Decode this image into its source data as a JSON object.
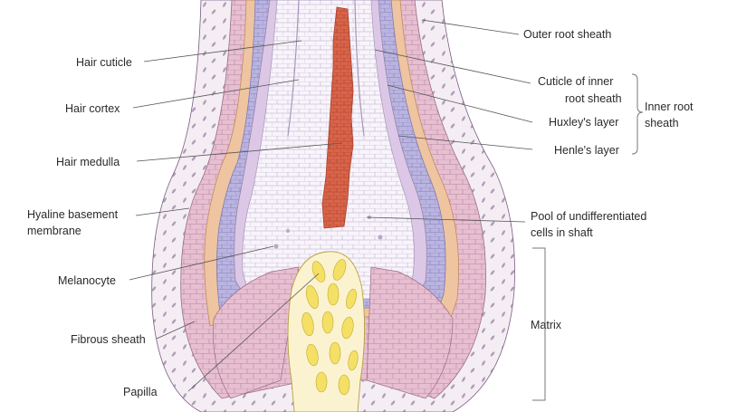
{
  "labels": {
    "outer_root_sheath": "Outer root sheath",
    "cuticle_inner_1": "Cuticle of inner",
    "cuticle_inner_2": "root sheath",
    "huxleys_layer": "Huxley's layer",
    "henles_layer": "Henle's layer",
    "inner_root_sheath_1": "Inner root",
    "inner_root_sheath_2": "sheath",
    "pool_1": "Pool of undifferentiated",
    "pool_2": "cells in shaft",
    "matrix": "Matrix",
    "hair_cuticle": "Hair cuticle",
    "hair_cortex": "Hair cortex",
    "hair_medulla": "Hair medulla",
    "hyaline_1": "Hyaline basement",
    "hyaline_2": "membrane",
    "melanocyte": "Melanocyte",
    "fibrous_sheath": "Fibrous sheath",
    "papilla": "Papilla"
  },
  "colors": {
    "background": "#ffffff",
    "fibrous_sheath": "#f4eef4",
    "fibrous_cells": "#7a5a82",
    "outer_root_sheath": "#e8bfd0",
    "henles_layer": "#efc4a0",
    "huxleys_layer": "#b9b4e0",
    "cuticle_inner": "#dcc8e6",
    "hair_cortex": "#f8f4fb",
    "hair_medulla": "#d8644a",
    "papilla": "#f5e066",
    "cell_line": "#9a8aa8",
    "label_text": "#2a2a2a"
  }
}
